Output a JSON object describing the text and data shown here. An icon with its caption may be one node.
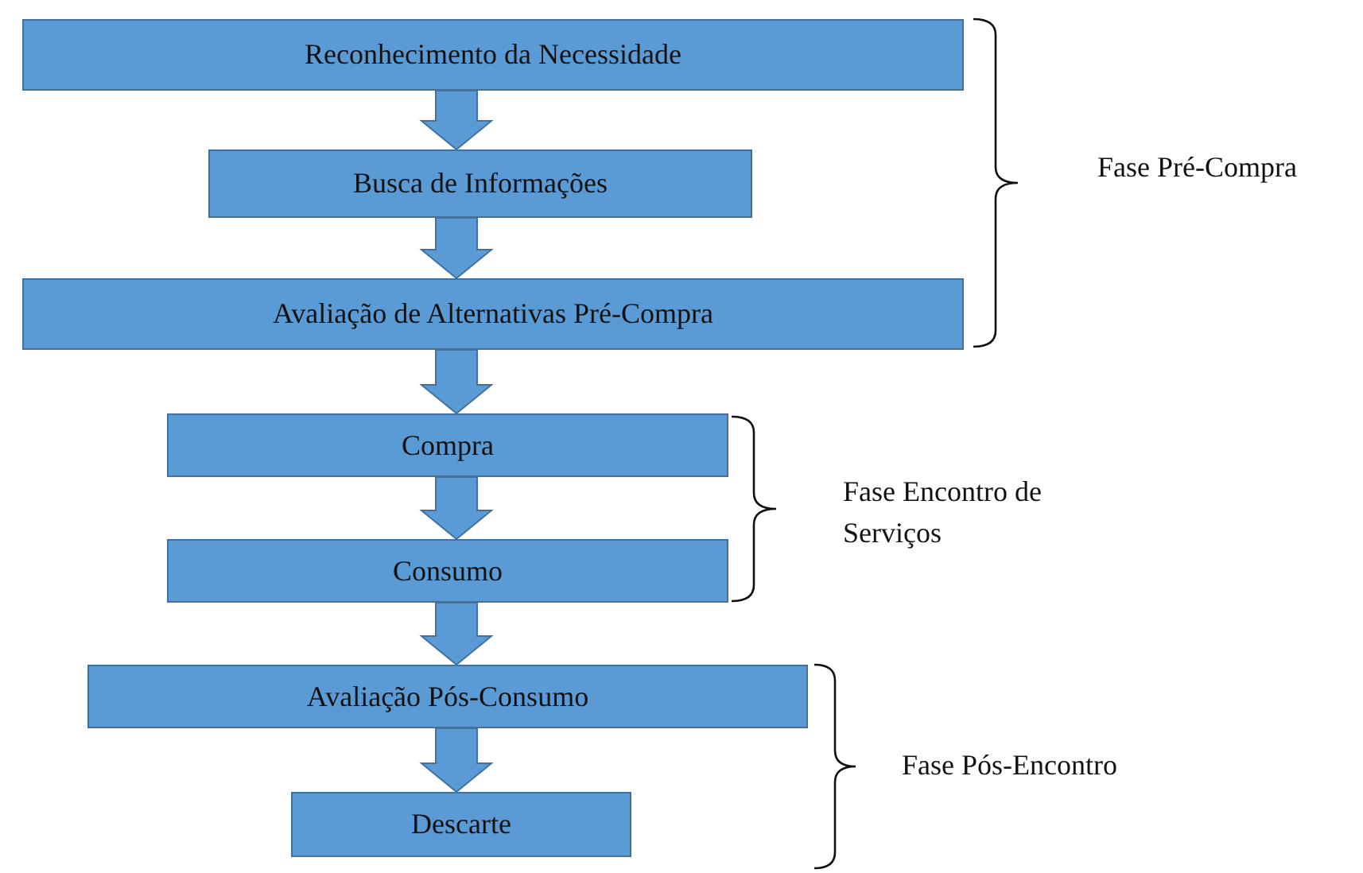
{
  "diagram": {
    "nodes": [
      {
        "text": [
          "Reconhecimento da Necessidade"
        ]
      },
      {
        "text": [
          "Busca de Informações"
        ]
      },
      {
        "text": [
          "Avaliação de Alternativas Pré-Compra"
        ]
      },
      {
        "text": [
          "Compra"
        ]
      },
      {
        "text": [
          "Consumo"
        ]
      },
      {
        "text": [
          "Avaliação Pós-Consumo"
        ]
      },
      {
        "text": [
          "Descarte"
        ]
      }
    ],
    "edges": [
      {
        "from": 0,
        "to": 1,
        "arrow": "to"
      },
      {
        "from": 1,
        "to": 2,
        "arrow": "to"
      },
      {
        "from": 2,
        "to": 3,
        "arrow": "to"
      },
      {
        "from": 3,
        "to": 4,
        "arrow": "to"
      },
      {
        "from": 4,
        "to": 5,
        "arrow": "to"
      },
      {
        "from": 5,
        "to": 6,
        "arrow": "to"
      }
    ],
    "labels": [
      "Fase Pré-Compra",
      "Fase Encontro de Serviços",
      "Fase Pós-Encontro"
    ]
  }
}
